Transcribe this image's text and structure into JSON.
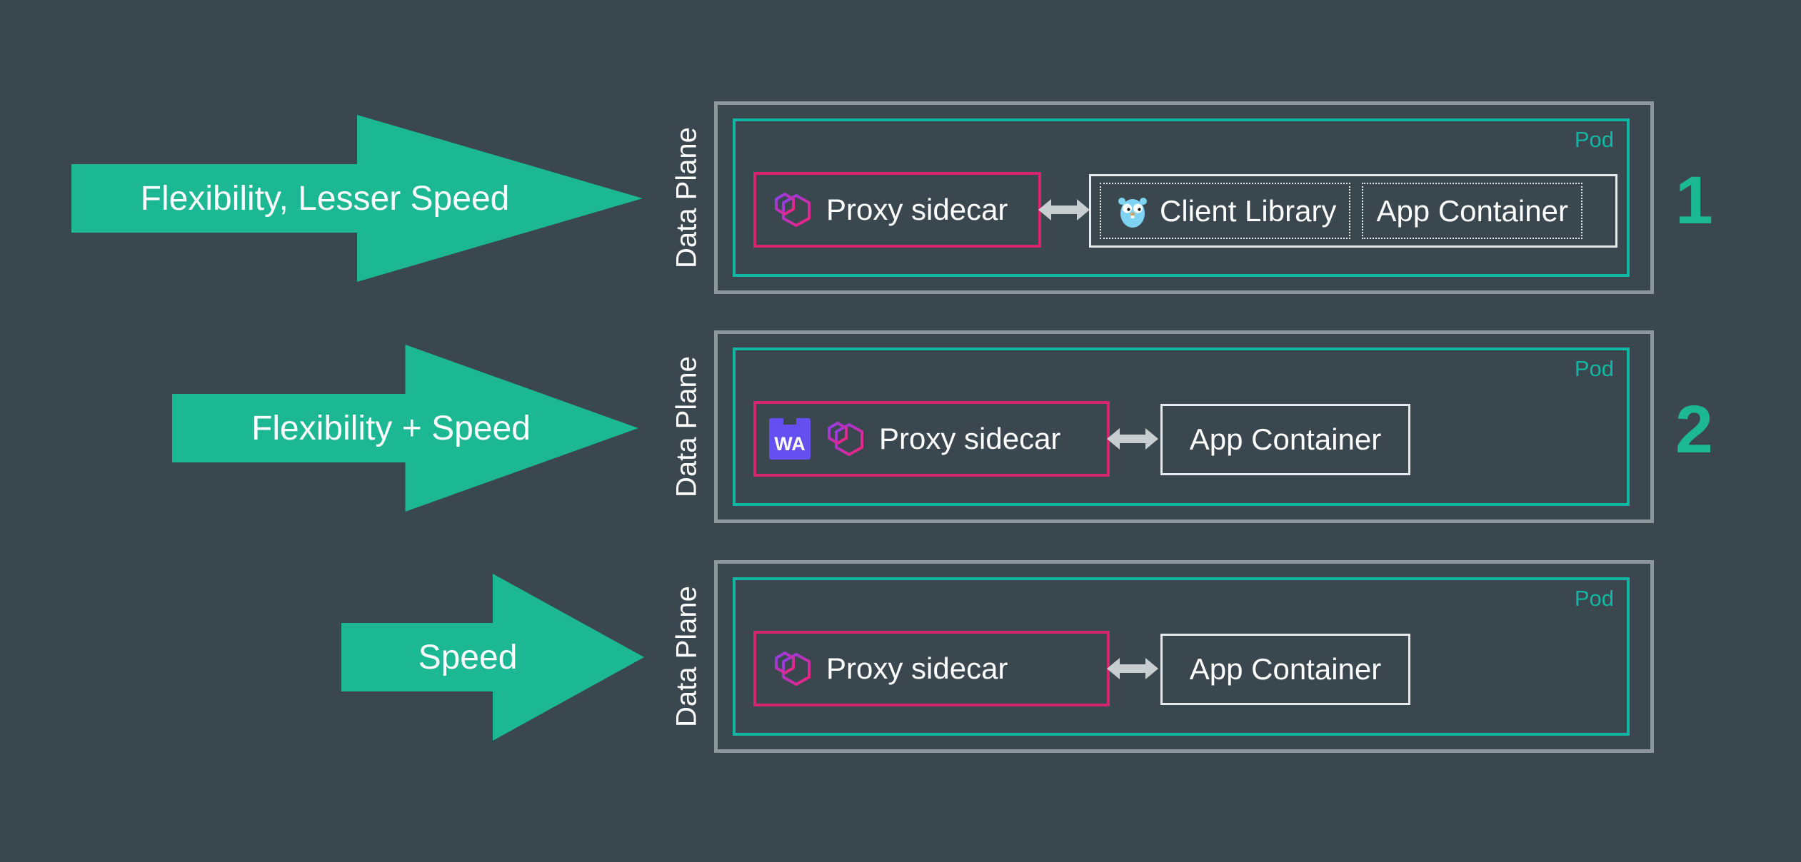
{
  "colors": {
    "background": "#3a474f",
    "accent": "#1cb893",
    "pod": "#10b8a3",
    "proxy": "#d6246e",
    "outer": "#8d969c",
    "container": "#e7eaec",
    "connector": "#c8cdd0",
    "wasm": "#654ff0",
    "text": "#ffffff"
  },
  "icons": {
    "proxy_logo": "envoy-logo",
    "client_library_icon": "go-gopher",
    "wasm_icon": "webassembly-badge",
    "link": "bidirectional-arrow"
  },
  "rows": [
    {
      "arrow_label": "Flexibility, Lesser Speed",
      "data_plane_label": "Data Plane",
      "pod_label": "Pod",
      "number": "1",
      "proxy": {
        "label": "Proxy sidecar",
        "icon": "envoy-logo"
      },
      "containers": [
        {
          "label": "Client Library",
          "icon": "go-gopher-icon"
        },
        {
          "label": "App Container"
        }
      ]
    },
    {
      "arrow_label": "Flexibility + Speed",
      "data_plane_label": "Data Plane",
      "pod_label": "Pod",
      "number": "2",
      "proxy": {
        "label": "Proxy sidecar",
        "icon": "envoy-logo",
        "wasm_badge": "WA"
      },
      "containers": [
        {
          "label": "App Container"
        }
      ]
    },
    {
      "arrow_label": "Speed",
      "data_plane_label": "Data Plane",
      "pod_label": "Pod",
      "number": "",
      "proxy": {
        "label": "Proxy sidecar",
        "icon": "envoy-logo"
      },
      "containers": [
        {
          "label": "App Container"
        }
      ]
    }
  ]
}
